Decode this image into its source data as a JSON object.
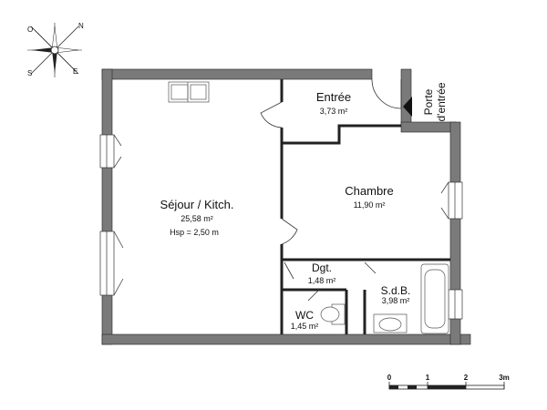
{
  "compass": {
    "north": "N",
    "east": "E",
    "south": "S",
    "west": "O"
  },
  "rooms": {
    "sejour": {
      "name": "Séjour / Kitch.",
      "area": "25,58 m²",
      "height": "Hsp = 2,50 m"
    },
    "entree": {
      "name": "Entrée",
      "area": "3,73 m²"
    },
    "chambre": {
      "name": "Chambre",
      "area": "11,90 m²"
    },
    "dgt": {
      "name": "Dgt.",
      "area": "1,48 m²"
    },
    "sdb": {
      "name": "S.d.B.",
      "area": "3,98 m²"
    },
    "wc": {
      "name": "WC",
      "area": "1,45 m²"
    }
  },
  "entrance": {
    "line1": "Porte",
    "line2": "d'entrée"
  },
  "scale": {
    "ticks": [
      "0",
      "1",
      "2",
      "3m"
    ]
  },
  "colors": {
    "wall": "#7a7a7a",
    "line": "#222222",
    "fixture": "#555555"
  }
}
